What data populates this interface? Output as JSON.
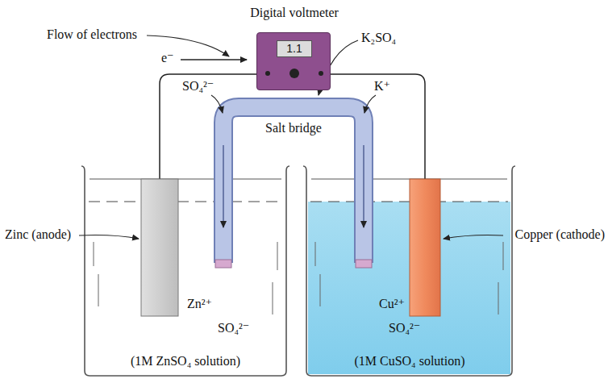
{
  "diagram": {
    "nodes": [
      {
        "text": [
          "Digital voltmeter",
          "1.1"
        ]
      },
      {
        "text": [
          "Zn²⁺",
          "SO₄²⁻",
          "(1M ZnSO₄ solution)"
        ]
      },
      {
        "text": [
          "Cu²⁺",
          "SO₄²⁻",
          "(1M CuSO₄ solution)"
        ]
      }
    ],
    "labels": [
      "Flow of electrons",
      "e⁻",
      "K₂SO₄",
      "SO₄²⁻",
      "Salt bridge",
      "K⁺",
      "Zinc (anode)",
      "Copper (cathode)"
    ]
  }
}
